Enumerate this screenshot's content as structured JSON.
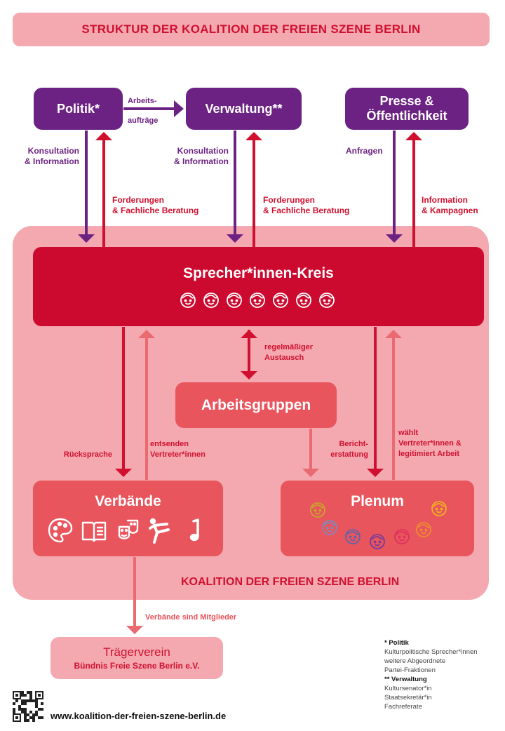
{
  "title": "STRUKTUR DER KOALITION DER FREIEN SZENE BERLIN",
  "colors": {
    "purple": "#6b2282",
    "crimson": "#d0102e",
    "red_box": "#cc0a2f",
    "coral": "#e8555d",
    "pink": "#f4a9b1",
    "light_arrow": "#e96a70"
  },
  "boxes": {
    "politik": "Politik*",
    "verwaltung": "Verwaltung**",
    "presse_line1": "Presse &",
    "presse_line2": "Öffentlichkeit",
    "sprecher": "Sprecher*innen-Kreis",
    "arbeitsgruppen": "Arbeitsgruppen",
    "verbaende": "Verbände",
    "plenum": "Plenum",
    "traeger_title": "Trägerverein",
    "traeger_sub": "Bündnis Freie Szene Berlin e.V."
  },
  "labels": {
    "arbeits1": "Arbeits-",
    "arbeits2": "aufträge",
    "konsultation1_a": "Konsultation",
    "konsultation1_b": "& Information",
    "konsultation2_a": "Konsultation",
    "konsultation2_b": "& Information",
    "anfragen": "Anfragen",
    "forderungen1_a": "Forderungen",
    "forderungen1_b": "& Fachliche Beratung",
    "forderungen2_a": "Forderungen",
    "forderungen2_b": "& Fachliche Beratung",
    "information_a": "Information",
    "information_b": "& Kampagnen",
    "austausch_a": "regelmäßiger",
    "austausch_b": "Austausch",
    "ruecksprache": "Rücksprache",
    "entsenden_a": "entsenden",
    "entsenden_b": "Vertreter*innen",
    "bericht_a": "Bericht-",
    "bericht_b": "erstattung",
    "waehlt_a": "wählt",
    "waehlt_b": "Vertreter*innen &",
    "waehlt_c": "legitimiert Arbeit",
    "mitglieder": "Verbände sind Mitglieder",
    "koalition": "KOALITION DER FREIEN SZENE BERLIN"
  },
  "verbaende_icons": [
    "palette-icon",
    "book-icon",
    "theater-masks-icon",
    "dancer-icon",
    "music-note-icon"
  ],
  "sprecher_faces": 7,
  "plenum_face_colors": [
    "#c9a52a",
    "#f0b020",
    "#8487b8",
    "#5f63a8",
    "#7a3a9a",
    "#e0305e",
    "#f08a30"
  ],
  "footer": {
    "url": "www.koalition-der-freien-szene-berlin.de",
    "notes": [
      {
        "head": "* Politik",
        "lines": [
          "Kulturpolitische Sprecher*innen",
          "weitere Abgeordnete",
          "Partei-Fraktionen"
        ]
      },
      {
        "head": "** Verwaltung",
        "lines": [
          "Kultursenator*in",
          "Staatsekretär*in",
          "Fachreferate"
        ]
      }
    ]
  }
}
